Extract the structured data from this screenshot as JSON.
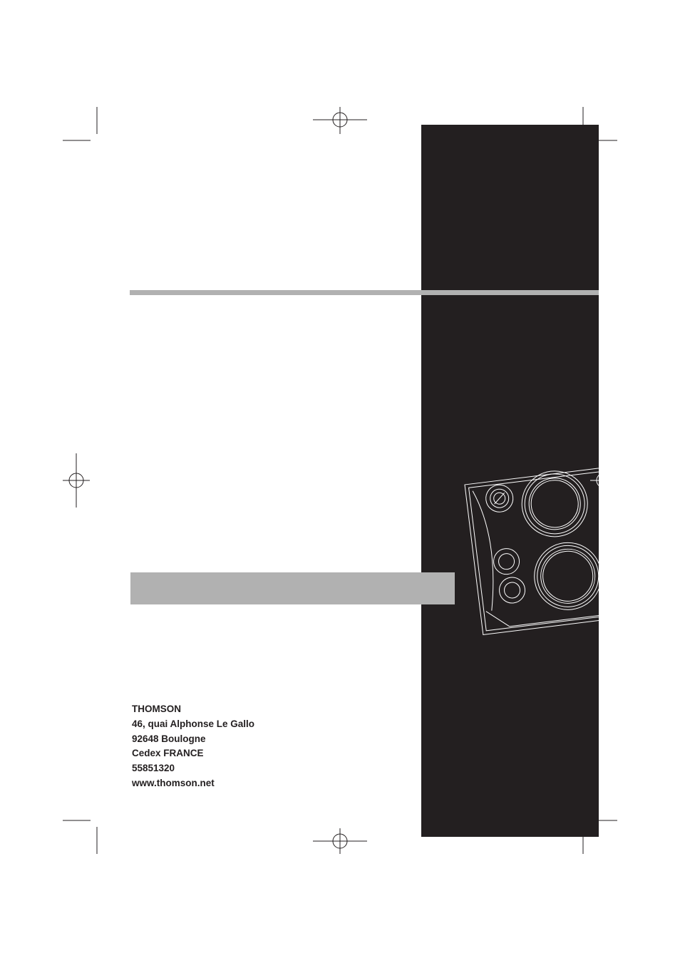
{
  "address_block": {
    "lines": [
      "THOMSON",
      "46, quai Alphonse Le Gallo",
      "92648 Boulogne",
      "Cedex FRANCE",
      "55851320",
      "www.thomson.net"
    ]
  },
  "colors": {
    "panel": "#231f20",
    "rule": "#b1b1b1",
    "band": "#b1b1b1",
    "text": "#231f20"
  },
  "icons": {
    "crop_marks": "crop-mark-icon",
    "registration_marks": "registration-mark-icon",
    "speaker_illustration": "speaker-illustration"
  }
}
